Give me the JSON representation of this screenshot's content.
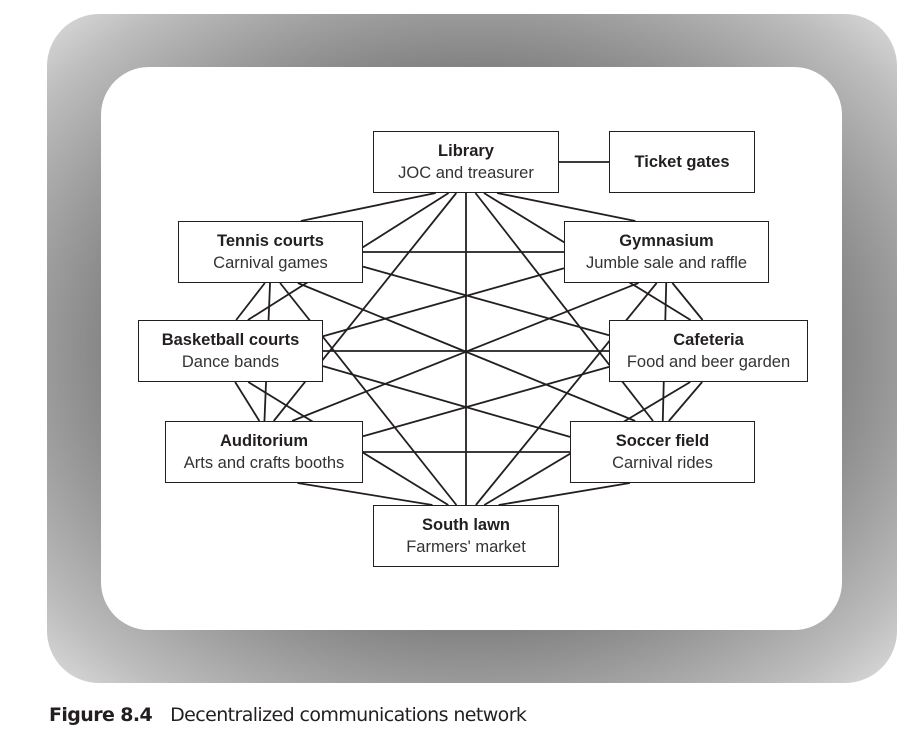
{
  "figure": {
    "number": "Figure 8.4",
    "title": "Decentralized communications network"
  },
  "nodes": [
    {
      "id": "library",
      "title": "Library",
      "subtitle": "JOC and treasurer"
    },
    {
      "id": "ticket-gates",
      "title": "Ticket gates",
      "subtitle": ""
    },
    {
      "id": "tennis-courts",
      "title": "Tennis courts",
      "subtitle": "Carnival games"
    },
    {
      "id": "gymnasium",
      "title": "Gymnasium",
      "subtitle": "Jumble sale and raffle"
    },
    {
      "id": "basketball-courts",
      "title": "Basketball courts",
      "subtitle": "Dance bands"
    },
    {
      "id": "cafeteria",
      "title": "Cafeteria",
      "subtitle": "Food and beer garden"
    },
    {
      "id": "auditorium",
      "title": "Auditorium",
      "subtitle": "Arts and crafts booths"
    },
    {
      "id": "soccer-field",
      "title": "Soccer field",
      "subtitle": "Carnival rides"
    },
    {
      "id": "south-lawn",
      "title": "South lawn",
      "subtitle": "Farmers' market"
    }
  ],
  "edges": {
    "fully_connected_group": [
      "library",
      "tennis-courts",
      "gymnasium",
      "basketball-courts",
      "cafeteria",
      "auditorium",
      "soccer-field",
      "south-lawn"
    ],
    "extra": [
      [
        "library",
        "ticket-gates"
      ]
    ]
  },
  "colors": {
    "line": "#231f20",
    "box_border": "#231f20",
    "panel": "#ffffff"
  }
}
